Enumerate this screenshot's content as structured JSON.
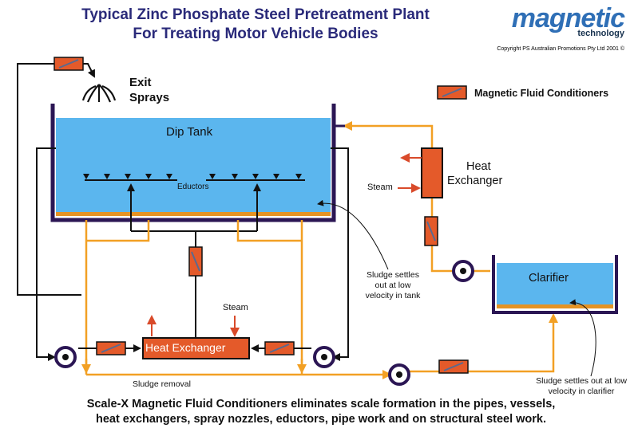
{
  "title_line1": "Typical Zinc Phosphate Steel Pretreatment Plant",
  "title_line2": "For Treating Motor Vehicle Bodies",
  "logo": {
    "main": "magnetic",
    "sub": "technology"
  },
  "copyright": "Copyright PS Australian Promotions Pty Ltd 2001",
  "legend_label": "Magnetic Fluid Conditioners",
  "exit_sprays_line1": "Exit",
  "exit_sprays_line2": "Sprays",
  "dip_tank_label": "Dip Tank",
  "eductors_label": "Eductors",
  "heat_exchanger_label": "Heat Exchanger",
  "heat_exchanger_right_line1": "Heat",
  "heat_exchanger_right_line2": "Exchanger",
  "steam_label": "Steam",
  "steam_label_bottom": "Steam",
  "clarifier_label": "Clarifier",
  "sludge_tank_note": [
    "Sludge settles",
    "out at low",
    "velocity in tank"
  ],
  "sludge_clarifier_note": [
    "Sludge settles out at low",
    "velocity in clarifier"
  ],
  "sludge_removal_label": "Sludge removal",
  "caption_line1": "Scale-X Magnetic Fluid Conditioners eliminates scale formation in the pipes, vessels,",
  "caption_line2": "heat exchangers, spray nozzles, eductors, pipe work and on structural steel work.",
  "colors": {
    "water": "#5bb6ee",
    "tank_wall": "#2b1654",
    "sludge": "#e59324",
    "pipe_orange": "#f2a024",
    "conditioner": "#e45a2a",
    "arrow_red": "#d94a2a"
  }
}
